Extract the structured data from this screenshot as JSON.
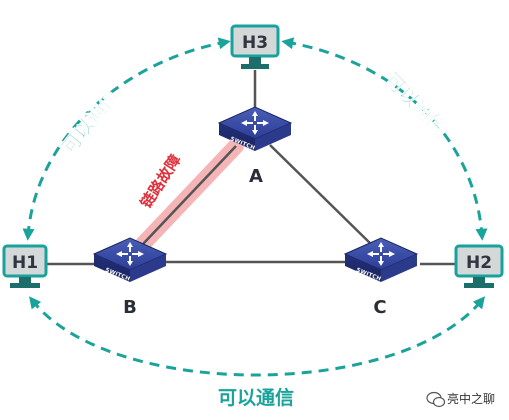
{
  "hosts": {
    "h1": "H1",
    "h2": "H2",
    "h3": "H3"
  },
  "switches": {
    "a": {
      "label": "A",
      "badge": "SWITCH"
    },
    "b": {
      "label": "B",
      "badge": "SWITCH"
    },
    "c": {
      "label": "C",
      "badge": "SWITCH"
    }
  },
  "annotations": {
    "comm_h1_h3": "可以通信",
    "comm_h3_h2": "可以通信",
    "comm_h1_h2": "可以通信",
    "link_failure": "链路故障"
  },
  "watermark": "亮中之聊",
  "colors": {
    "teal": "#1aa39a",
    "fault_red": "#e0303a",
    "switch_blue": "#2a3b8f",
    "host_fill": "#d4d8d8",
    "host_border": "#19a19b",
    "link": "#555555"
  }
}
